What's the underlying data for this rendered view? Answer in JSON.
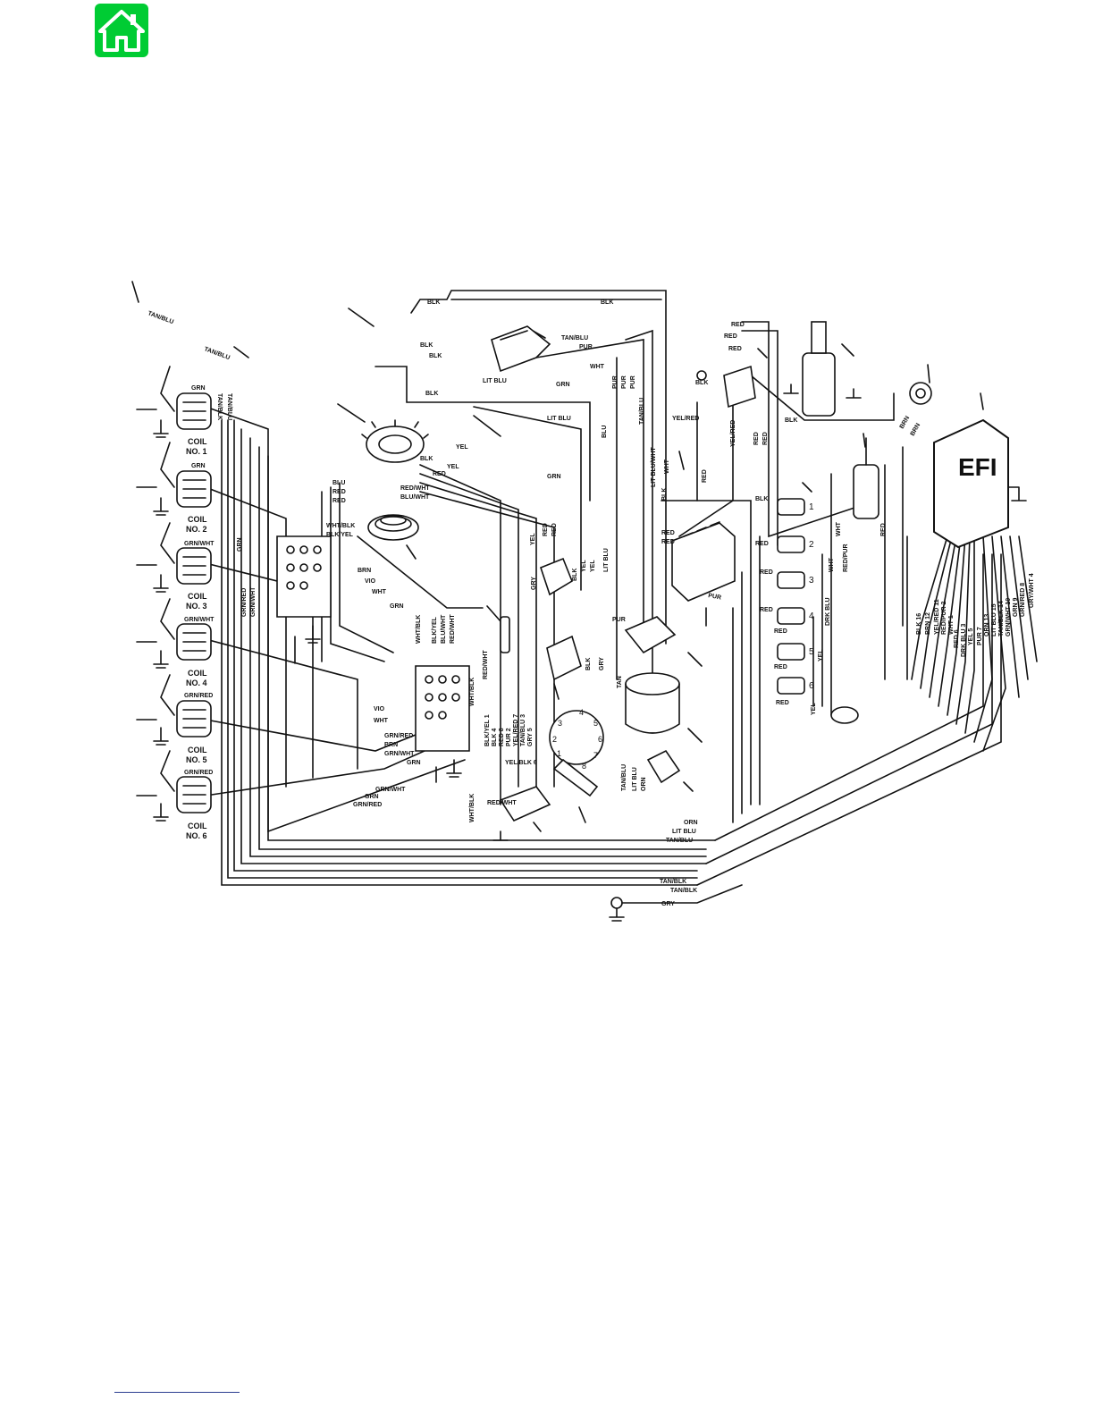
{
  "nav": {
    "home_icon": "home-icon",
    "home_color": "#00cc33"
  },
  "diagram": {
    "coils": [
      {
        "id": "coil-1",
        "label1": "COIL",
        "label2": "NO. 1",
        "wire": "GRN"
      },
      {
        "id": "coil-2",
        "label1": "COIL",
        "label2": "NO. 2",
        "wire": "GRN"
      },
      {
        "id": "coil-3",
        "label1": "COIL",
        "label2": "NO. 3",
        "wire": "GRN/WHT"
      },
      {
        "id": "coil-4",
        "label1": "COIL",
        "label2": "NO. 4",
        "wire": "GRN/WHT"
      },
      {
        "id": "coil-5",
        "label1": "COIL",
        "label2": "NO. 5",
        "wire": "GRN/RED"
      },
      {
        "id": "coil-6",
        "label1": "COIL",
        "label2": "NO. 6",
        "wire": "GRN/RED"
      }
    ],
    "efi_label": "EFI",
    "injector_numbers": [
      "1",
      "2",
      "3",
      "4",
      "5",
      "6"
    ],
    "connector_pins": [
      "1",
      "2",
      "3",
      "4",
      "5",
      "6",
      "7",
      "8"
    ],
    "wire_labels": {
      "tan_blu": "TAN/BLU",
      "tan_blk": "TAN/BLK",
      "blk": "BLK",
      "pur": "PUR",
      "wht": "WHT",
      "grn": "GRN",
      "lit_blu": "LIT BLU",
      "red": "RED",
      "yel": "YEL",
      "blu": "BLU",
      "gry": "GRY",
      "orn": "ORN",
      "tan": "TAN",
      "brn": "BRN",
      "vio": "VIO",
      "drk_blu": "DRK BLU",
      "yel_red": "YEL/RED",
      "red_pur": "RED/PUR",
      "lit_blu_wht": "LIT BLU/WHT",
      "wht_blk": "WHT/BLK",
      "blk_yel": "BLK/YEL",
      "blu_wht": "BLU/WHT",
      "red_wht": "RED/WHT",
      "grn_red": "GRN/RED",
      "grn_wht": "GRN/WHT",
      "yel_blk_6": "YEL/BLK 6"
    },
    "harness_pin_labels": [
      "BLK 16",
      "BRN 12",
      "YEL/RED 11",
      "RED/PUR 2",
      "WHT 1",
      "RED 6",
      "DRK BLU 3",
      "YEL 5",
      "PUR 7",
      "ORN 13",
      "LIT BLU 15",
      "TAN/BLK 14",
      "GRN/WHT 10",
      "GRN 9",
      "GRN/RED 8",
      "GRY/WHT 4"
    ],
    "connector_wire_labels": [
      "BLK 4",
      "RED 8",
      "PUR 2",
      "YEL/RED 7",
      "TAN/BLU 3",
      "GRY 5",
      "BLK/YEL 1"
    ]
  }
}
